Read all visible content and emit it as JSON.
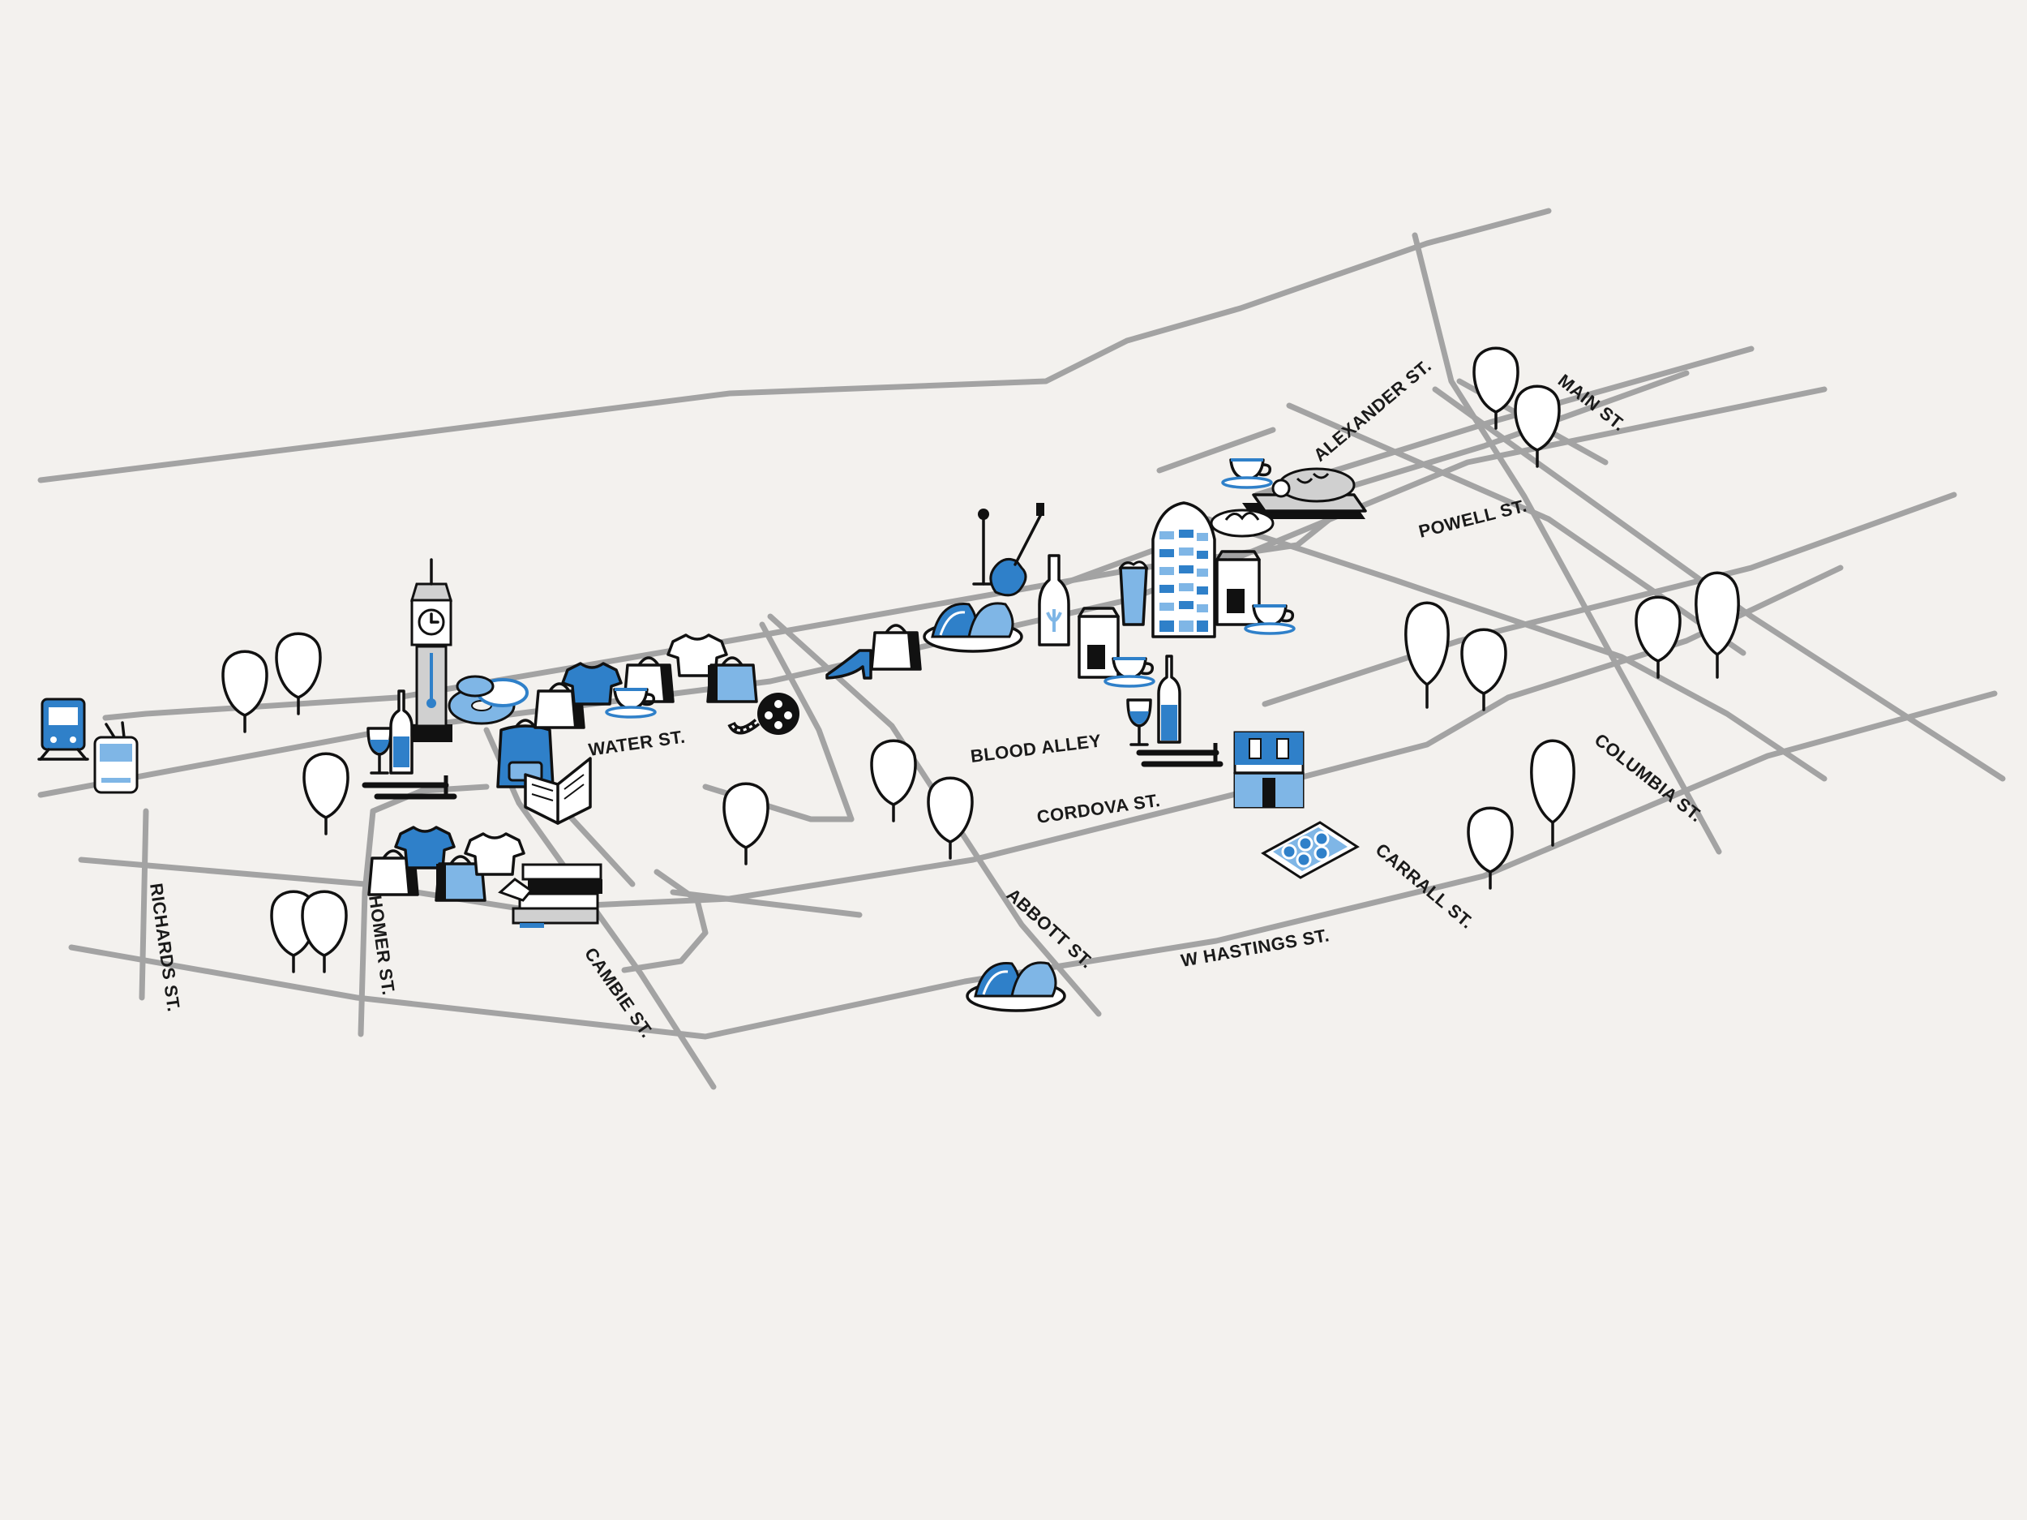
{
  "streets": [
    {
      "id": "water",
      "label": "WATER ST."
    },
    {
      "id": "blood-alley",
      "label": "BLOOD ALLEY"
    },
    {
      "id": "cordova",
      "label": "CORDOVA ST."
    },
    {
      "id": "w-hastings",
      "label": "W HASTINGS ST."
    },
    {
      "id": "powell",
      "label": "POWELL ST."
    },
    {
      "id": "alexander",
      "label": "ALEXANDER ST."
    },
    {
      "id": "main",
      "label": "MAIN ST."
    },
    {
      "id": "columbia",
      "label": "COLUMBIA ST."
    },
    {
      "id": "carrall",
      "label": "CARRALL ST."
    },
    {
      "id": "abbott",
      "label": "ABBOTT ST."
    },
    {
      "id": "cambie",
      "label": "CAMBIE ST."
    },
    {
      "id": "homer",
      "label": "HOMER ST."
    },
    {
      "id": "richards",
      "label": "RICHARDS ST."
    }
  ],
  "colors": {
    "background": "#f3f1ee",
    "road": "#a3a3a3",
    "accent_blue": "#2f80c9",
    "light_blue": "#7fb6e6",
    "ink": "#111111"
  },
  "icons": [
    "train-icon",
    "trolleybus-icon",
    "steam-clock-icon",
    "wine-icon",
    "cutlery-icon",
    "donut-icon",
    "backpack-icon",
    "book-icon",
    "shopping-bag-icon",
    "tshirt-icon",
    "coffee-cup-icon",
    "film-reel-icon",
    "high-heel-shoe-icon",
    "taco-icon",
    "microphone-icon",
    "guitar-icon",
    "beer-bottle-icon",
    "coffee-bag-icon",
    "beer-glass-icon",
    "flatiron-building-icon",
    "bread-board-icon",
    "storefront-icon",
    "pastry-tray-icon",
    "stacked-books-icon",
    "tree-icon"
  ]
}
